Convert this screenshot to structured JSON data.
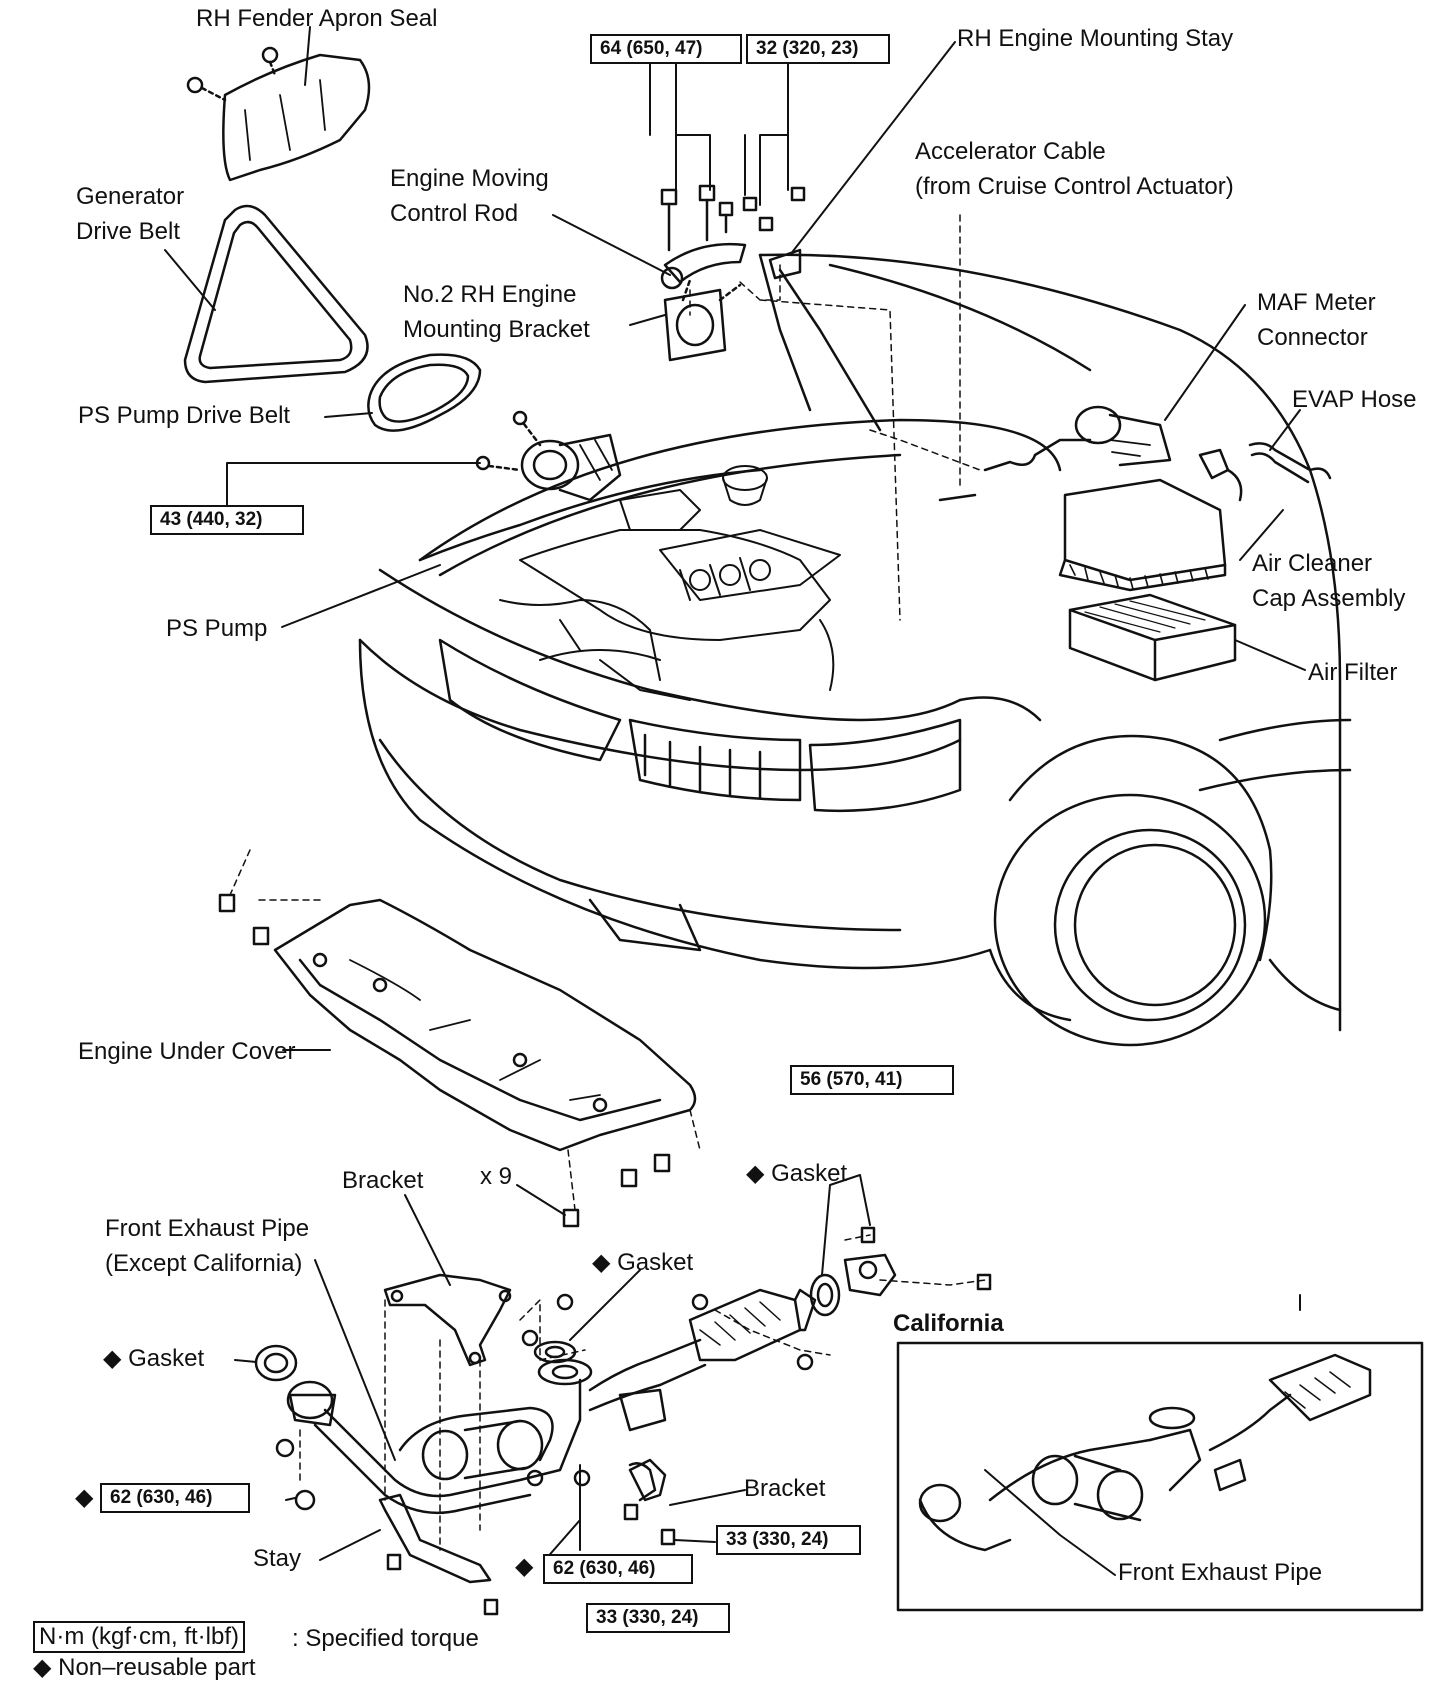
{
  "labels": {
    "rh_fender_apron_seal": "RH Fender Apron Seal",
    "rh_engine_mounting_stay": "RH Engine Mounting Stay",
    "accelerator_cable": "Accelerator Cable\n(from Cruise Control Actuator)",
    "generator_drive_belt": "Generator\nDrive Belt",
    "engine_moving_control_rod": "Engine Moving\nControl Rod",
    "no2_rh_engine_mounting_bracket": "No.2 RH Engine\nMounting Bracket",
    "maf_meter_connector": "MAF Meter\nConnector",
    "evap_hose": "EVAP Hose",
    "ps_pump_drive_belt": "PS Pump Drive Belt",
    "air_cleaner_cap_assembly": "Air Cleaner\nCap Assembly",
    "ps_pump": "PS Pump",
    "air_filter": "Air Filter",
    "engine_under_cover": "Engine Under Cover",
    "bracket_upper": "Bracket",
    "x9": "x 9",
    "gasket_right": "◆ Gasket",
    "front_exhaust_pipe_except_ca": "Front Exhaust Pipe\n(Except California)",
    "gasket_center": "◆ Gasket",
    "gasket_left": "◆ Gasket",
    "bracket_lower": "Bracket",
    "stay": "Stay",
    "front_exhaust_pipe_ca": "Front Exhaust Pipe",
    "california": "California",
    "diamond": "◆"
  },
  "torques": {
    "t64": "64 (650, 47)",
    "t32": "32 (320, 23)",
    "t43": "43 (440, 32)",
    "t56": "56 (570, 41)",
    "t62a": "62 (630, 46)",
    "t62b": "62 (630, 46)",
    "t33a": "33 (330, 24)",
    "t33b": "33 (330, 24)"
  },
  "legend": {
    "unit_box": "N·m (kgf·cm, ft·lbf)",
    "specified_torque": ": Specified torque",
    "non_reusable": "◆ Non–reusable part"
  }
}
